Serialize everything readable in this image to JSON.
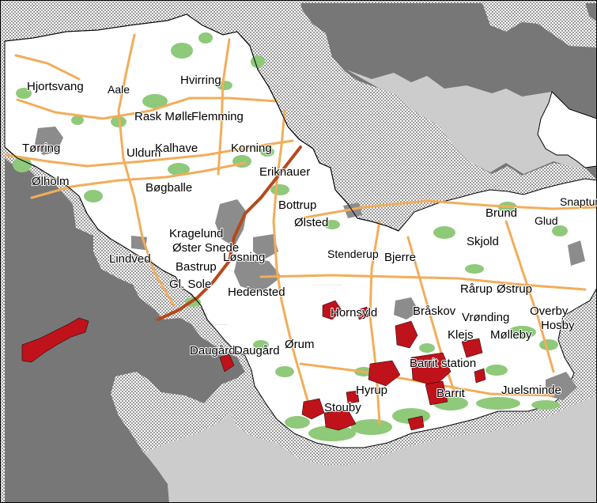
{
  "map": {
    "colors": {
      "land": "#ffffff",
      "outside": "#777777",
      "sea": "#cccccc",
      "forest": "#8fc97a",
      "urban": "#8c8c8c",
      "road": "#f2ad5a",
      "road_major": "#b54a1c",
      "highlight": "#c0121a",
      "border": "#000000"
    },
    "places": [
      {
        "id": "hjortsvang",
        "name": "Hjortsvang"
      },
      {
        "id": "aale",
        "name": "Aale"
      },
      {
        "id": "hvirring",
        "name": "Hvirring"
      },
      {
        "id": "rask-mølle",
        "name": "Rask Mølle"
      },
      {
        "id": "flemming",
        "name": "Flemming"
      },
      {
        "id": "tørring",
        "name": "Tørring"
      },
      {
        "id": "uldum",
        "name": "Uldum"
      },
      {
        "id": "kalhave",
        "name": "Kalhave"
      },
      {
        "id": "korning",
        "name": "Korning"
      },
      {
        "id": "ølholm",
        "name": "Ølholm"
      },
      {
        "id": "bøgballe",
        "name": "Bøgballe"
      },
      {
        "id": "eriknauer",
        "name": "Eriknauer"
      },
      {
        "id": "bottrup",
        "name": "Bottrup"
      },
      {
        "id": "ølsted",
        "name": "Ølsted"
      },
      {
        "id": "kragelund",
        "name": "Kragelund"
      },
      {
        "id": "øster-snede",
        "name": "Øster Snede"
      },
      {
        "id": "lindved",
        "name": "Lindved"
      },
      {
        "id": "bastrup",
        "name": "Bastrup"
      },
      {
        "id": "løsning",
        "name": "Løsning"
      },
      {
        "id": "gl-sole",
        "name": "Gl. Sole"
      },
      {
        "id": "hedensted",
        "name": "Hedensted"
      },
      {
        "id": "stenderup",
        "name": "Stenderup"
      },
      {
        "id": "bjerre",
        "name": "Bjerre"
      },
      {
        "id": "brund",
        "name": "Brund"
      },
      {
        "id": "glud",
        "name": "Glud"
      },
      {
        "id": "snaptun",
        "name": "Snaptun"
      },
      {
        "id": "skjold",
        "name": "Skjold"
      },
      {
        "id": "rårup",
        "name": "Rårup"
      },
      {
        "id": "østrup",
        "name": "Østrup"
      },
      {
        "id": "hornsyld",
        "name": "Hornsyld"
      },
      {
        "id": "bråskov",
        "name": "Bråskov"
      },
      {
        "id": "vrønding",
        "name": "Vrønding"
      },
      {
        "id": "overby",
        "name": "Overby"
      },
      {
        "id": "hosby",
        "name": "Hosby"
      },
      {
        "id": "klejs",
        "name": "Klejs"
      },
      {
        "id": "mølleby",
        "name": "Mølleby"
      },
      {
        "id": "barrit-station",
        "name": "Barrit station"
      },
      {
        "id": "daugård",
        "name": "Daugård"
      },
      {
        "id": "daugård-strand",
        "name": "Daugård"
      },
      {
        "id": "ørum",
        "name": "Ørum"
      },
      {
        "id": "hyrup",
        "name": "Hyrup"
      },
      {
        "id": "barrit",
        "name": "Barrit"
      },
      {
        "id": "juelsminde",
        "name": "Juelsminde"
      },
      {
        "id": "stouby",
        "name": "Stouby"
      }
    ]
  }
}
